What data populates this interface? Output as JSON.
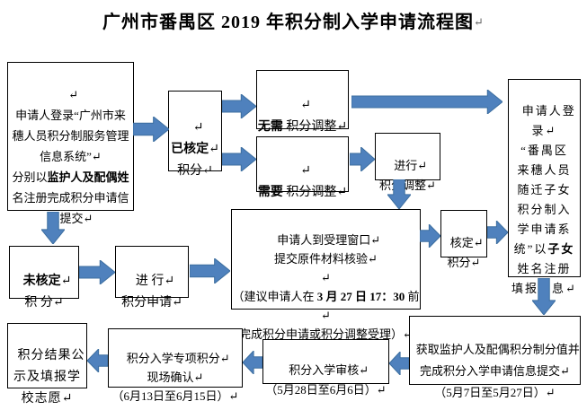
{
  "title": {
    "text": "广州市番禺区 2019 年积分制入学申请流程图",
    "mark": "↵"
  },
  "colors": {
    "arrow_fill": "#4f81bd",
    "arrow_stroke": "#3c6e9f",
    "box_border": "#000000",
    "background": "#ffffff",
    "text": "#000000"
  },
  "boxes": {
    "login": {
      "pre": "↵\n申请人登录“广州市来\n穗人员积分制服务管理\n信息系统”↵\n分别以",
      "bold": "监护人及配偶姓",
      "post": "名注册完成积分申请信\n息提交↵"
    },
    "verified": {
      "pre": "↵\n",
      "bold": "已核定",
      "post": "↵\n积分↵"
    },
    "no_adjust": {
      "pre": "↵\n",
      "bold": "无需",
      "post": " 积分调整↵"
    },
    "need_adjust": {
      "pre": "↵\n",
      "bold": "需要",
      "post": " 积分调整↵"
    },
    "do_adjust": {
      "pre": "进行↵\n积分调整↵",
      "bold": "",
      "post": ""
    },
    "child_system": {
      "pre": "申请人登\n录↵\n“番禺区\n来穗人员\n随迁子女\n积分制入\n学申请系\n统”以",
      "bold": "子女",
      "post": "\n姓名注册\n填报信息↵"
    },
    "window": {
      "pre": "申请人到受理窗口↵\n提交原件材料核验↵\n↵\n（建议申请人在 ",
      "bold": "3 月 27 日 17：30",
      "post": " 前↵\n完成积分申请或积分调整受理）↵"
    },
    "confirmed": {
      "pre": "核定↵\n积分↵",
      "bold": "",
      "post": ""
    },
    "unverified": {
      "pre": "",
      "bold": "未核定",
      "post": "↵\n积 分↵"
    },
    "do_apply": {
      "pre": "进 行↵\n积分申请↵",
      "bold": "",
      "post": ""
    },
    "result": {
      "pre": "积分结果公\n示及填报学\n校志愿↵",
      "bold": "",
      "post": ""
    },
    "onsite": {
      "pre": "积分入学专项积分↵\n现场确认↵\n（6月13日至6月15日）↵",
      "bold": "",
      "post": ""
    },
    "review": {
      "pre": "积分入学审核↵\n（5月28日至6月6日）↵",
      "bold": "",
      "post": ""
    },
    "submit": {
      "pre": "获取监护人及配偶积分制分值并\n完成积分入学申请信息提交↵\n（5月7日至5月27日）↵",
      "bold": "",
      "post": ""
    }
  }
}
